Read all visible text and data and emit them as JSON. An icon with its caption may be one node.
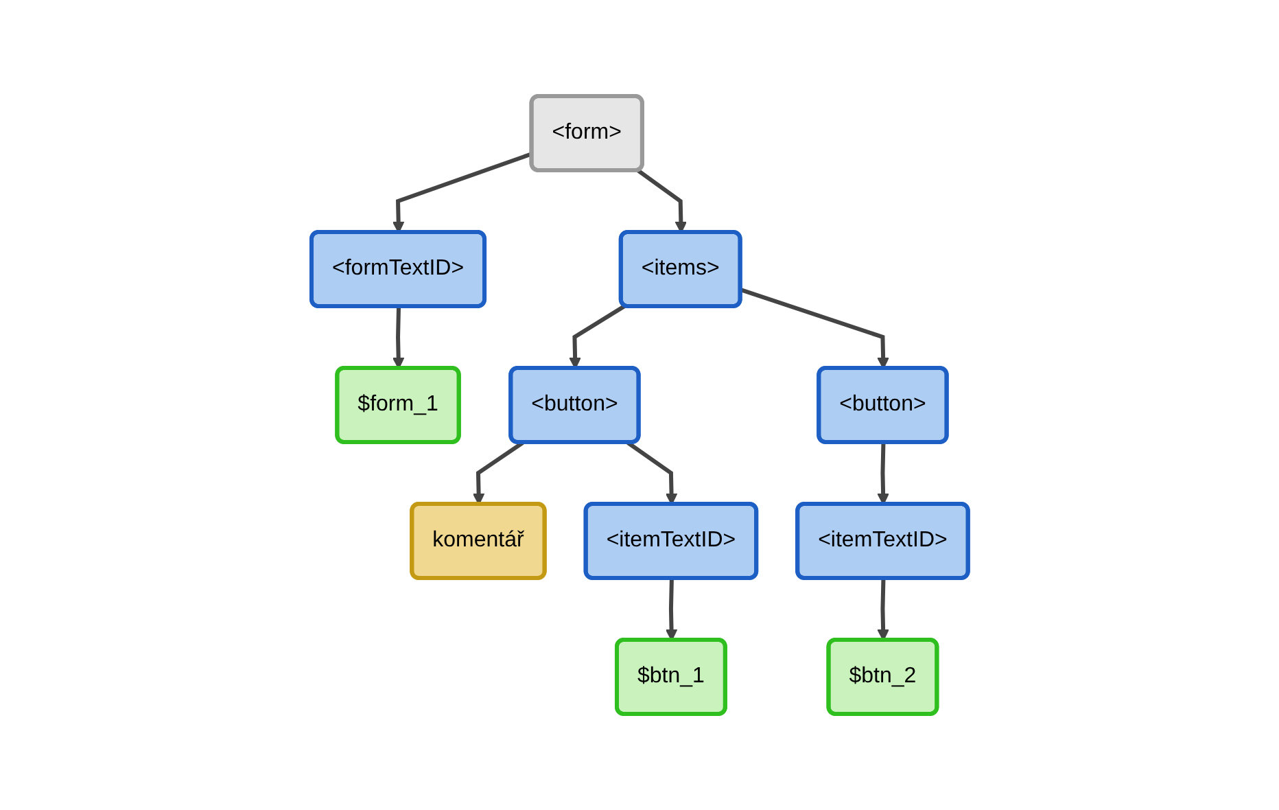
{
  "diagram": {
    "nodes": [
      {
        "text": [
          "<form>"
        ]
      },
      {
        "text": [
          "<formTextID>"
        ]
      },
      {
        "text": [
          "<items>"
        ]
      },
      {
        "text": [
          "$form_1"
        ]
      },
      {
        "text": [
          "<button>"
        ]
      },
      {
        "text": [
          "<button>"
        ]
      },
      {
        "text": [
          "komentář"
        ]
      },
      {
        "text": [
          "<itemTextID>"
        ]
      },
      {
        "text": [
          "<itemTextID>"
        ]
      },
      {
        "text": [
          "$btn_1"
        ]
      },
      {
        "text": [
          "$btn_2"
        ]
      }
    ],
    "edges": [
      {
        "from": 0,
        "to": 1,
        "arrow": "to"
      },
      {
        "from": 0,
        "to": 2,
        "arrow": "to"
      },
      {
        "from": 1,
        "to": 3,
        "arrow": "to"
      },
      {
        "from": 2,
        "to": 4,
        "arrow": "to"
      },
      {
        "from": 2,
        "to": 5,
        "arrow": "to"
      },
      {
        "from": 4,
        "to": 6,
        "arrow": "to"
      },
      {
        "from": 4,
        "to": 7,
        "arrow": "to"
      },
      {
        "from": 5,
        "to": 8,
        "arrow": "to"
      },
      {
        "from": 7,
        "to": 9,
        "arrow": "to"
      },
      {
        "from": 8,
        "to": 10,
        "arrow": "to"
      }
    ]
  }
}
